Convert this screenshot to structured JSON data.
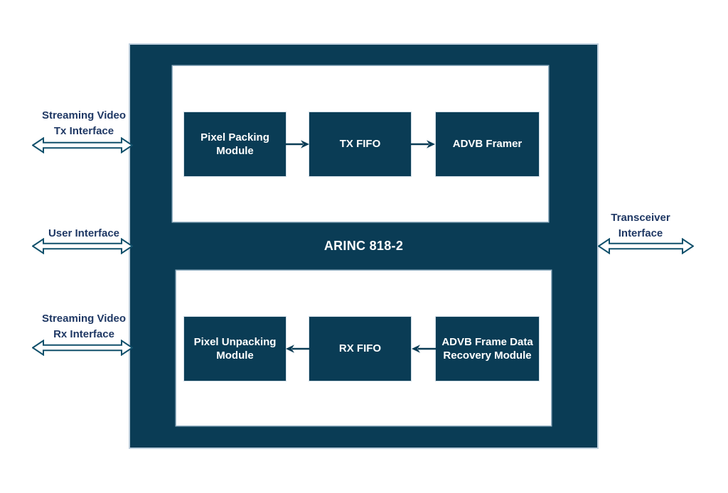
{
  "core": {
    "label": "ARINC 818-2"
  },
  "blocks": {
    "pixel_packing": "Pixel Packing Module",
    "tx_fifo": "TX FIFO",
    "advb_framer": "ADVB Framer",
    "pixel_unpacking": "Pixel Unpacking Module",
    "rx_fifo": "RX FIFO",
    "advb_frame_data_recovery": "ADVB Frame Data Recovery Module"
  },
  "interfaces": {
    "streaming_tx": {
      "line1": "Streaming Video",
      "line2": "Tx Interface"
    },
    "user": {
      "line1": "User Interface"
    },
    "streaming_rx": {
      "line1": "Streaming Video",
      "line2": "Rx Interface"
    },
    "transceiver": {
      "line1": "Transceiver",
      "line2": "Interface"
    }
  },
  "flow": {
    "tx_direction": "right",
    "rx_direction": "left"
  },
  "colors": {
    "block_fill": "#0A3C55",
    "panel_fill": "#FFFFFF",
    "label_text": "#1F3864",
    "block_text": "#FFFFFF",
    "arrow_outline": "#11506B"
  }
}
